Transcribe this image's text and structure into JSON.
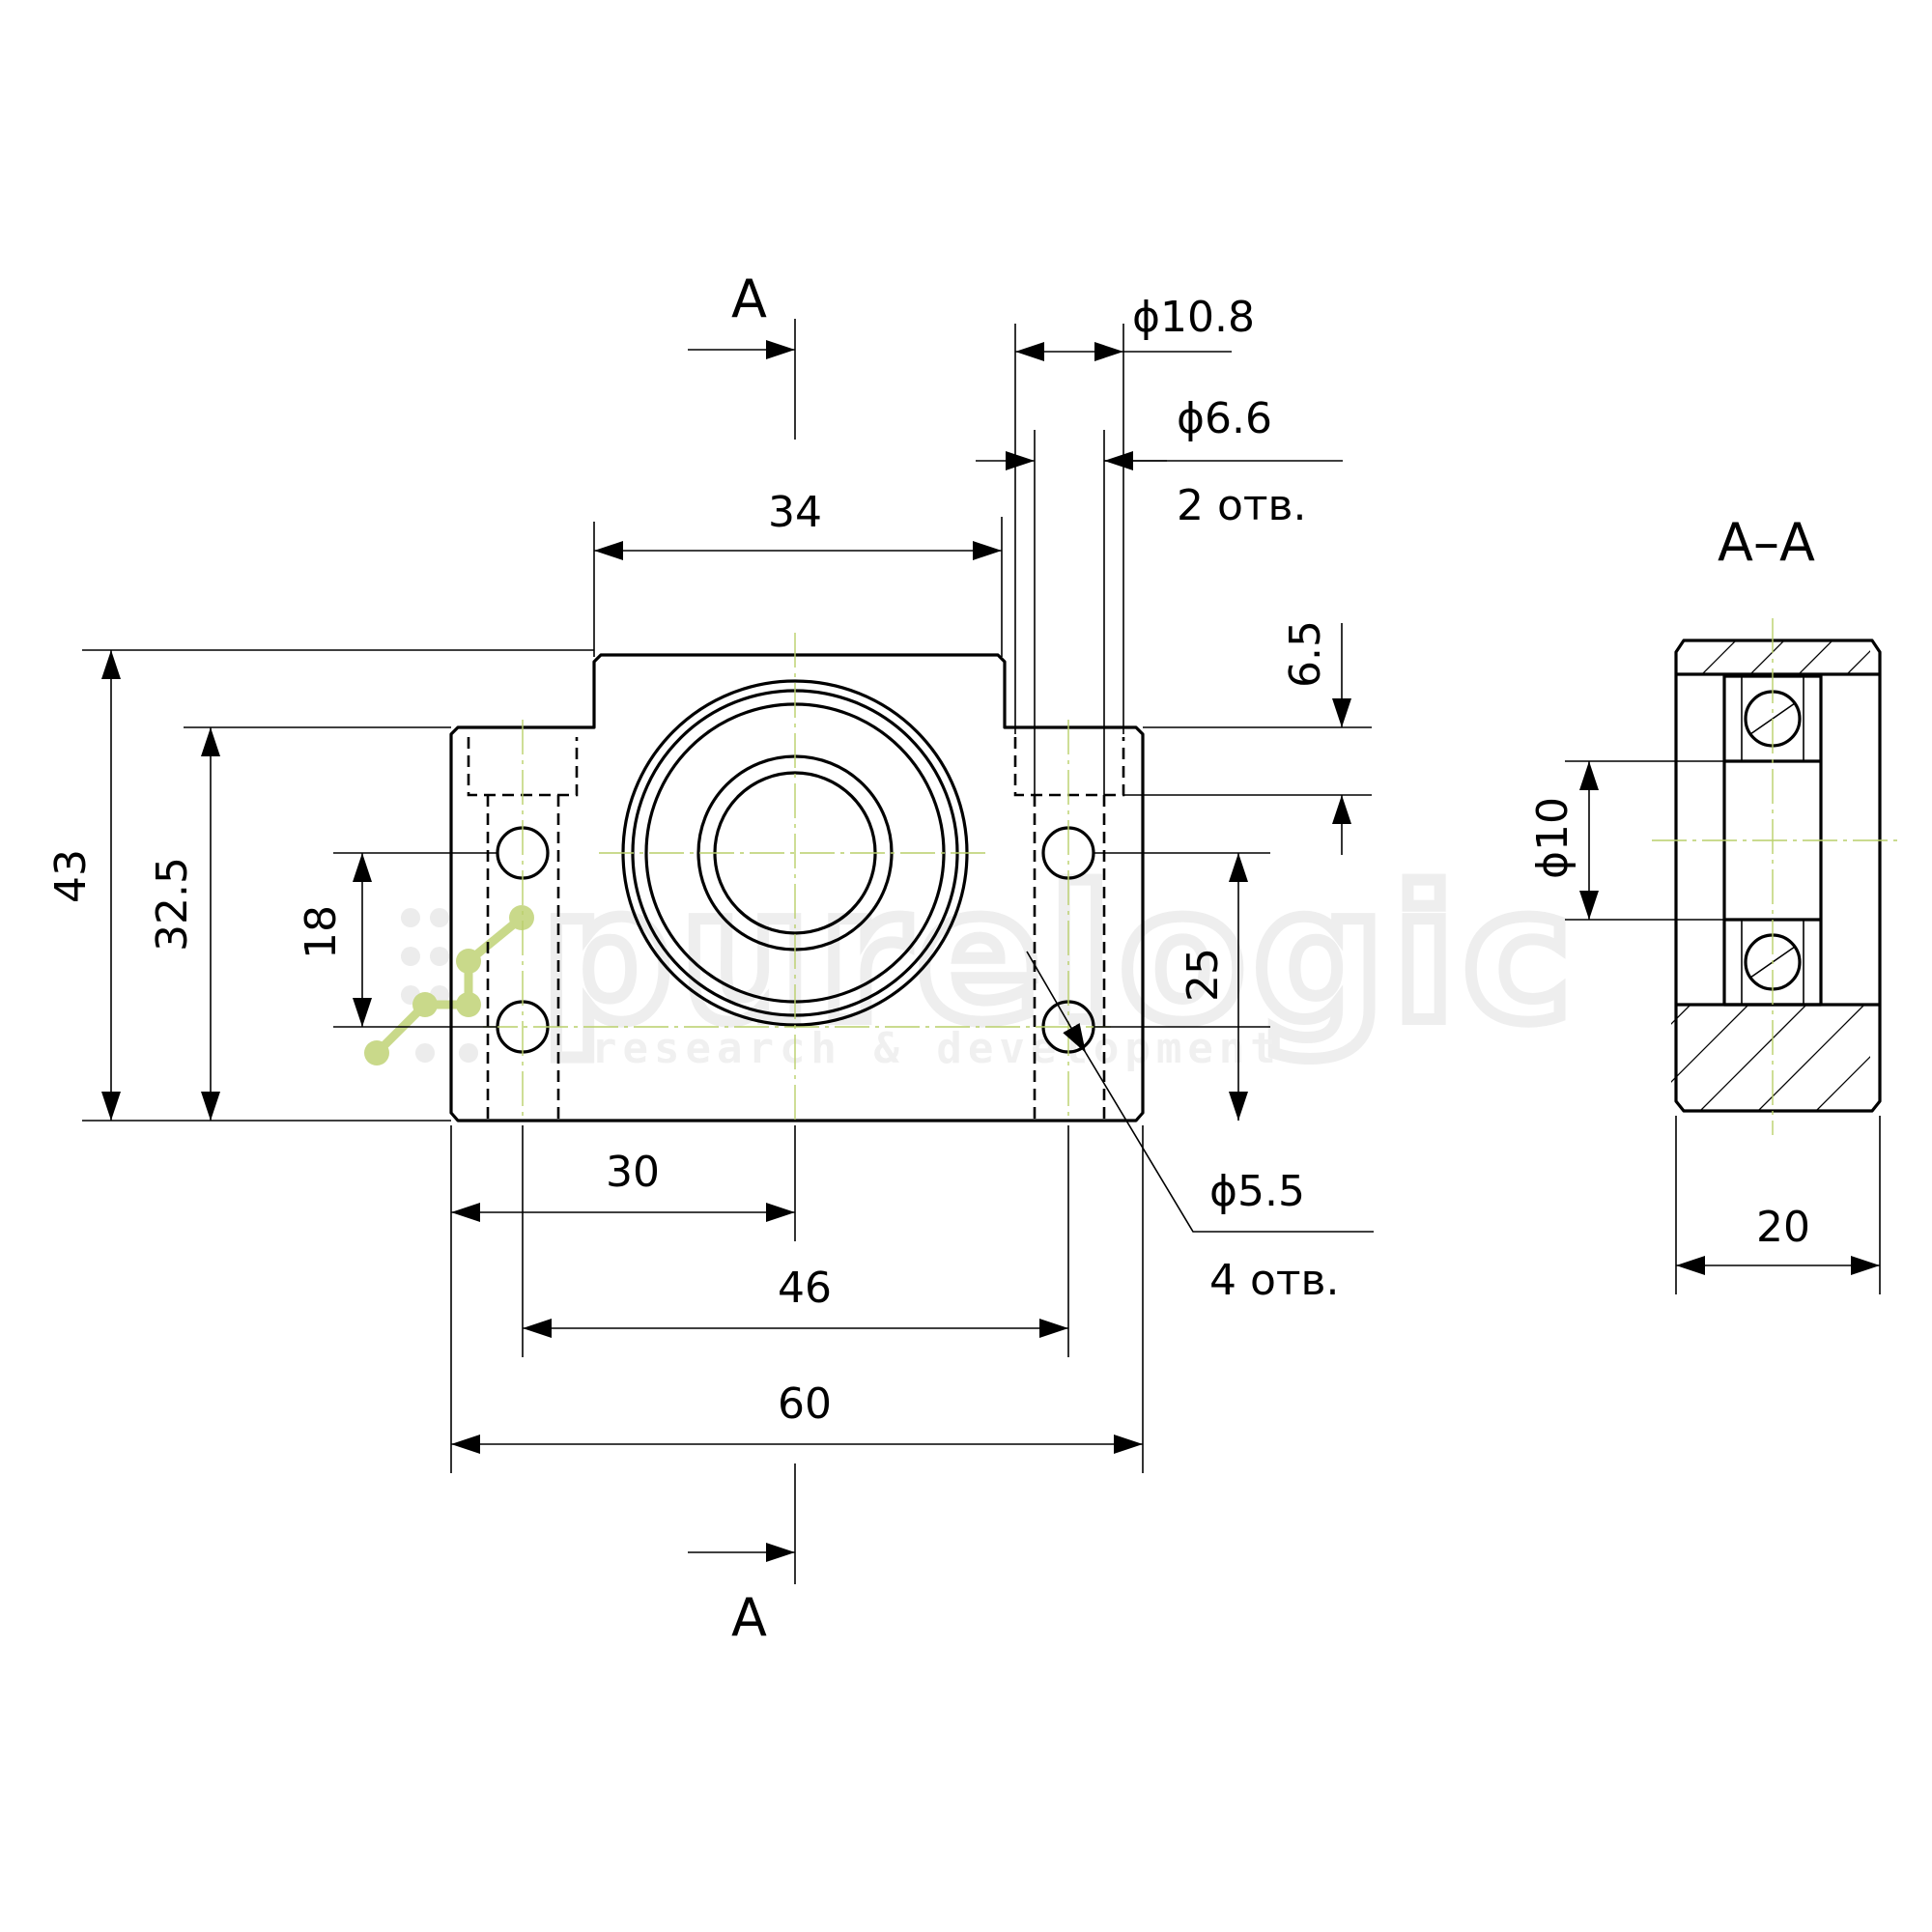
{
  "section_marks": {
    "top": "A",
    "bottom": "A",
    "view_title": "A–A"
  },
  "dimensions": {
    "width_34": "34",
    "dia_10_8": "ϕ10.8",
    "dia_6_6": "ϕ6.6",
    "holes_2": "2 отв.",
    "depth_6_5": "6.5",
    "height_43": "43",
    "height_32_5": "32.5",
    "spacing_18": "18",
    "spacing_25": "25",
    "center_30": "30",
    "spacing_46": "46",
    "width_60": "60",
    "dia_5_5": "ϕ5.5",
    "holes_4": "4 отв.",
    "bore_10": "ϕ10",
    "thickness_20": "20"
  },
  "watermark": {
    "brand": "purelogic",
    "tagline": "research & development"
  },
  "colors": {
    "line": "#000000",
    "center_line": "#b9cf6a",
    "logo_accent": "#c9d98a",
    "watermark": "#eeeeee"
  }
}
